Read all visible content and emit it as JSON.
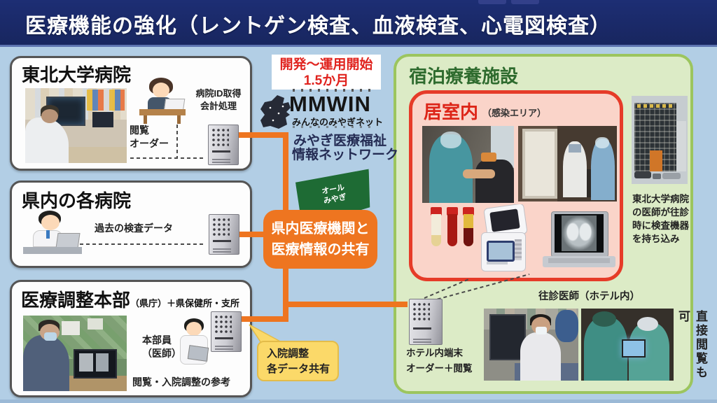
{
  "header": {
    "title": "医療機能の強化（レントゲン検査、血液検査、心電図検査）"
  },
  "tohoku_box": {
    "title": "東北大学病院",
    "reception_line1": "病院ID取得",
    "reception_line2": "会計処理",
    "order_line1": "閲覧",
    "order_line2": "オーダー"
  },
  "prefecture_box": {
    "title": "県内の各病院",
    "data_label": "過去の検査データ"
  },
  "coordination_box": {
    "title": "医療調整本部",
    "subtitle": "（県庁）＋県保健所・支所",
    "staff_line1": "本部員",
    "staff_line2": "（医師）",
    "usage_label": "閲覧・入院調整の参考"
  },
  "dev_period_box": {
    "line1": "開発～運用開始",
    "line2": "1.5か月"
  },
  "mmwin": {
    "name": "MMWIN",
    "subtitle": "みんなのみやぎネット",
    "network_line1": "みやぎ医療福祉",
    "network_line2": "情報ネットワーク"
  },
  "flag": {
    "line1": "オール",
    "line2": "みやぎ"
  },
  "share_box": {
    "line1": "県内医療機関と",
    "line2": "医療情報の共有"
  },
  "admission_bubble": {
    "line1": "入院調整",
    "line2": "各データ共有"
  },
  "lodging_panel": {
    "title": "宿泊療養施設",
    "room_title": "居室内",
    "room_subtitle": "（感染エリア）",
    "terminal_line1": "ホテル内端末",
    "terminal_line2": "オーダー＋閲覧",
    "visiting_label": "往診医師（ホテル内）",
    "direct_view_label": "直接閲覧も可",
    "bring_line1": "東北大学病院",
    "bring_line2": "の医師が往診",
    "bring_line3": "時に検査機器",
    "bring_line4": "を持ち込み"
  },
  "colors": {
    "accent_orange": "#ee7520",
    "header_navy": "#1b2a6b",
    "panel_green_border": "#9cc55e",
    "red_box_border": "#e63b28",
    "bubble_yellow": "#fbd969",
    "flag_green": "#1e6b34"
  }
}
